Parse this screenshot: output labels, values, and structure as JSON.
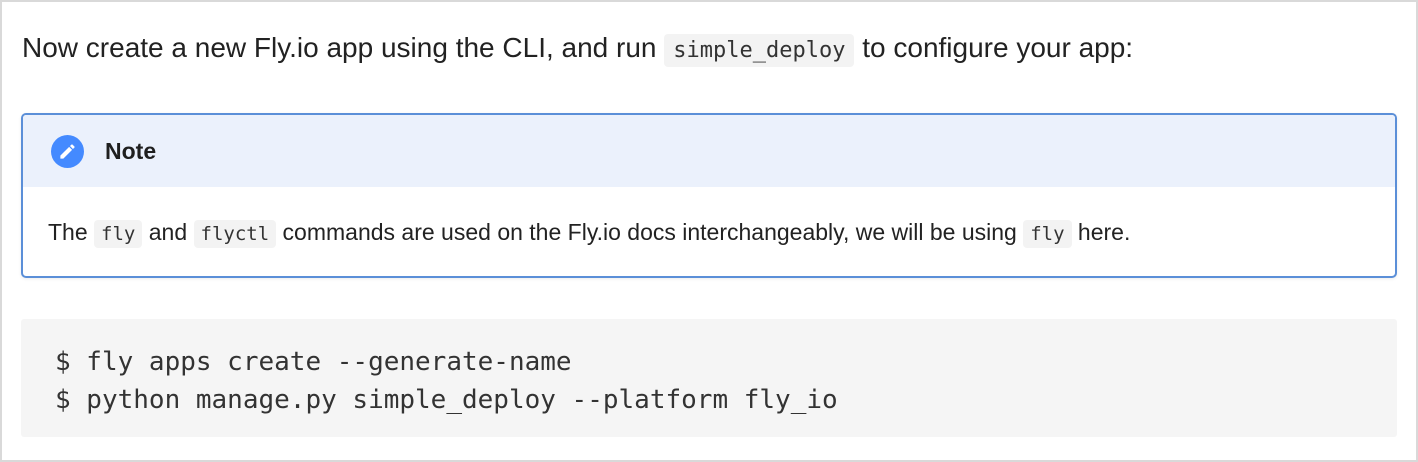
{
  "intro": {
    "text_before": "Now create a new Fly.io app using the CLI, and run ",
    "code": "simple_deploy",
    "text_after": " to configure your app:"
  },
  "note": {
    "icon": "pencil-icon",
    "title": "Note",
    "body": {
      "text_1": "The ",
      "code_1": "fly",
      "text_2": " and ",
      "code_2": "flyctl",
      "text_3": " commands are used on the Fly.io docs interchangeably, we will be using ",
      "code_3": "fly",
      "text_4": " here."
    }
  },
  "code_block": {
    "lines": [
      "$ fly apps create --generate-name",
      "$ python manage.py simple_deploy --platform fly_io"
    ]
  },
  "colors": {
    "note_border": "#5b8fd8",
    "note_header_bg": "#ebf1fc",
    "note_icon_bg": "#448aff",
    "code_bg": "#f5f5f5"
  }
}
